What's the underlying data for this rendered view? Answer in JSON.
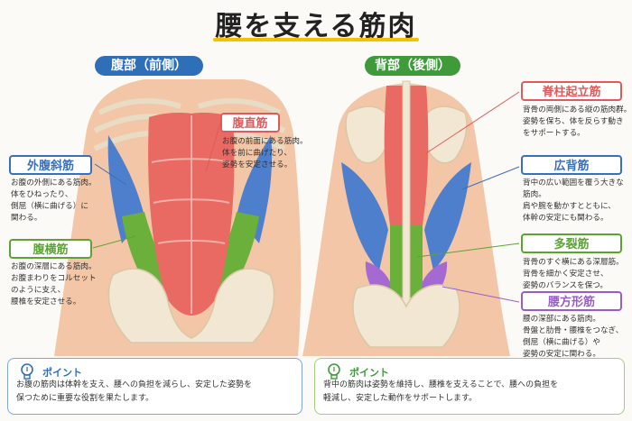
{
  "title": "腰を支える筋肉",
  "front": {
    "heading": "腹部（前側）",
    "muscles": [
      {
        "name": "腹直筋",
        "desc": [
          "お腹の前面にある筋肉。",
          "体を前に曲げたり、",
          "姿勢を安定させる。"
        ],
        "color": "#e05a5a"
      },
      {
        "name": "外腹斜筋",
        "desc": [
          "お腹の外側にある筋肉。",
          "体をひねったり、",
          "側屈（横に曲げる）に",
          "関わる。"
        ],
        "color": "#3a6fc0"
      },
      {
        "name": "腹横筋",
        "desc": [
          "お腹の深層にある筋肉。",
          "お腹まわりをコルセット",
          "のように支え、",
          "腰椎を安定させる。"
        ],
        "color": "#5aa532"
      }
    ],
    "point": {
      "head": "ポイント",
      "body": [
        "お腹の筋肉は体幹を支え、腰への負担を減らし、安定した姿勢を",
        "保つために重要な役割を果たします。"
      ]
    }
  },
  "back": {
    "heading": "背部（後側）",
    "muscles": [
      {
        "name": "脊柱起立筋",
        "desc": [
          "背骨の両側にある縦の筋肉群。",
          "姿勢を保ち、体を反らす動き",
          "をサポートする。"
        ],
        "color": "#e05a5a"
      },
      {
        "name": "広背筋",
        "desc": [
          "背中の広い範囲を覆う大きな",
          "筋肉。",
          "肩や腕を動かすとともに、",
          "体幹の安定にも関わる。"
        ],
        "color": "#3a6fc0"
      },
      {
        "name": "多裂筋",
        "desc": [
          "背骨のすぐ横にある深層筋。",
          "背骨を細かく安定させ、",
          "姿勢のバランスを保つ。"
        ],
        "color": "#5aa532"
      },
      {
        "name": "腰方形筋",
        "desc": [
          "腰の深部にある筋肉。",
          "骨盤と肋骨・腰椎をつなぎ、",
          "側屈（横に曲げる）や",
          "姿勢の安定に関わる。"
        ],
        "color": "#9a5cc8"
      }
    ],
    "point": {
      "head": "ポイント",
      "body": [
        "背中の筋肉は姿勢を維持し、腰椎を支えることで、腰への負担を",
        "軽減し、安定した動作をサポートします。"
      ]
    }
  },
  "colors": {
    "front_accent": "#2f6fb8",
    "back_accent": "#3f9a3a",
    "title_underline": "#f2c200",
    "skin": "#f2c6a6",
    "bone": "#f1e7d2"
  }
}
